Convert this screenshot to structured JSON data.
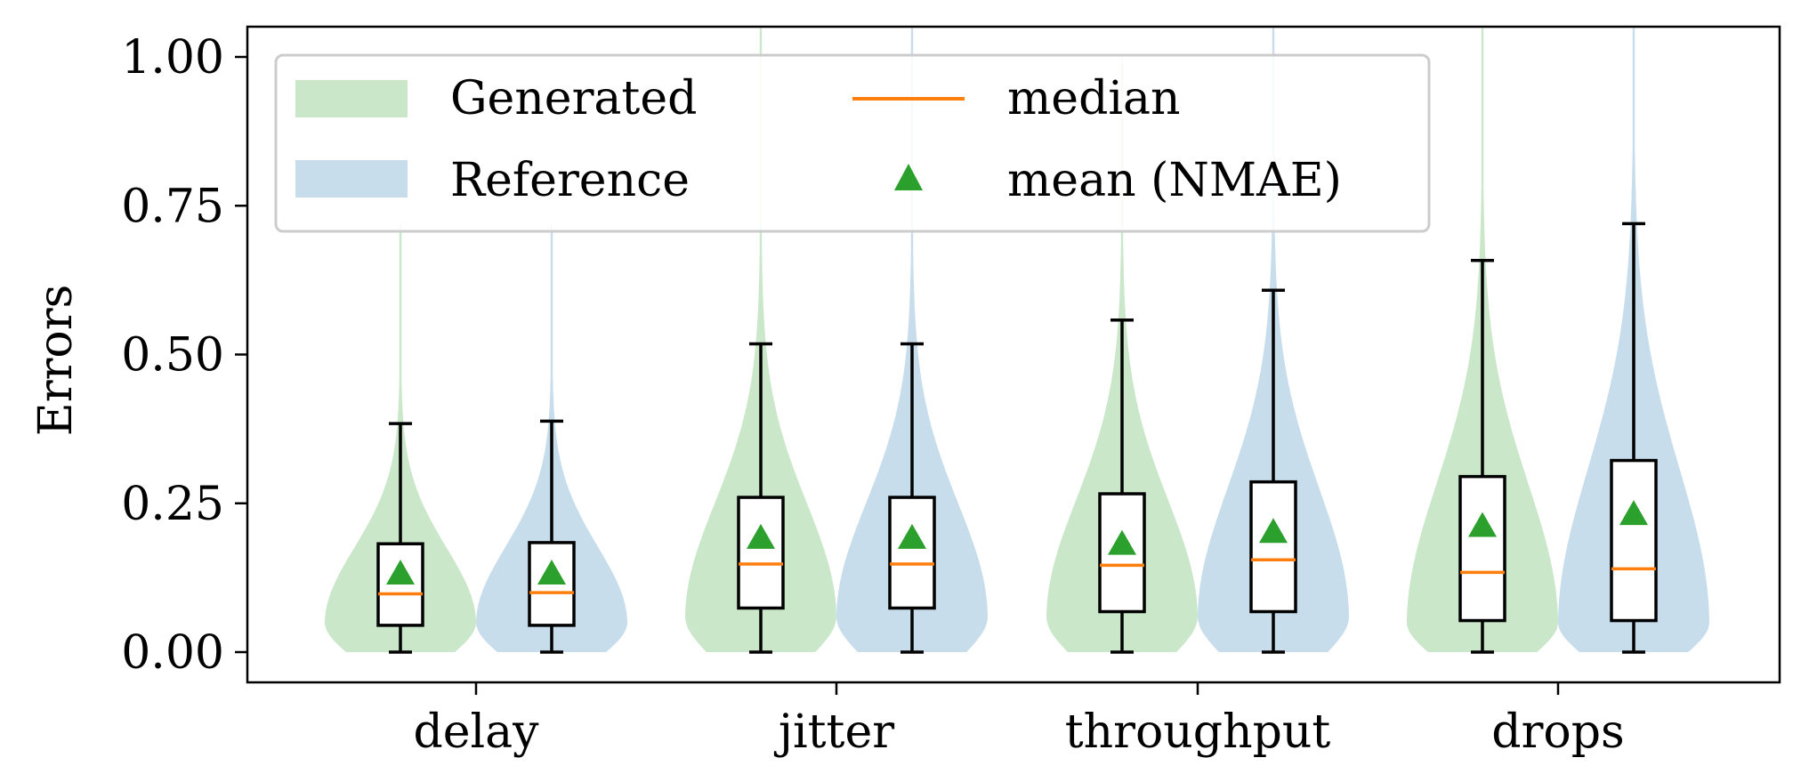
{
  "chart_data": {
    "type": "violin",
    "ylabel": "Errors",
    "xlabel": "",
    "title": "",
    "ylim": [
      -0.05,
      1.05
    ],
    "yticks": [
      "0.00",
      "0.25",
      "0.50",
      "0.75",
      "1.00"
    ],
    "categories": [
      "delay",
      "jitter",
      "throughput",
      "drops"
    ],
    "legend": {
      "placement": "upper-left",
      "entries": [
        "Generated",
        "Reference",
        "median",
        "mean (NMAE)"
      ]
    },
    "series": [
      {
        "name": "Generated",
        "color": "#2ca02c",
        "stats": [
          {
            "whisker_low": 0.0,
            "q1": 0.045,
            "median": 0.098,
            "q3": 0.182,
            "whisker_high": 0.384,
            "mean": 0.13,
            "max": 0.72,
            "mode": 0.05
          },
          {
            "whisker_low": 0.0,
            "q1": 0.074,
            "median": 0.148,
            "q3": 0.26,
            "whisker_high": 0.518,
            "mean": 0.19,
            "max": 1.05,
            "mode": 0.06
          },
          {
            "whisker_low": 0.0,
            "q1": 0.068,
            "median": 0.146,
            "q3": 0.266,
            "whisker_high": 0.558,
            "mean": 0.18,
            "max": 1.0,
            "mode": 0.06
          },
          {
            "whisker_low": 0.0,
            "q1": 0.053,
            "median": 0.134,
            "q3": 0.295,
            "whisker_high": 0.658,
            "mean": 0.21,
            "max": 1.05,
            "mode": 0.05
          }
        ]
      },
      {
        "name": "Reference",
        "color": "#1f77b4",
        "stats": [
          {
            "whisker_low": 0.0,
            "q1": 0.045,
            "median": 0.1,
            "q3": 0.184,
            "whisker_high": 0.388,
            "mean": 0.13,
            "max": 0.72,
            "mode": 0.05
          },
          {
            "whisker_low": 0.0,
            "q1": 0.074,
            "median": 0.148,
            "q3": 0.26,
            "whisker_high": 0.518,
            "mean": 0.19,
            "max": 1.05,
            "mode": 0.06
          },
          {
            "whisker_low": 0.0,
            "q1": 0.068,
            "median": 0.155,
            "q3": 0.286,
            "whisker_high": 0.608,
            "mean": 0.2,
            "max": 1.05,
            "mode": 0.06
          },
          {
            "whisker_low": 0.0,
            "q1": 0.053,
            "median": 0.14,
            "q3": 0.322,
            "whisker_high": 0.72,
            "mean": 0.23,
            "max": 1.05,
            "mode": 0.05
          }
        ]
      }
    ],
    "colors": {
      "median": "#ff7f0e",
      "mean_marker": "#2ca02c",
      "box": "#000000"
    },
    "grid": false
  }
}
